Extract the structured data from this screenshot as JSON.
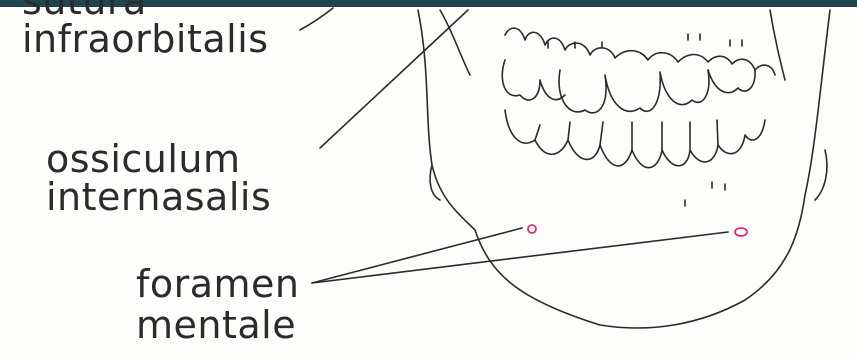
{
  "labels": {
    "sutura_line1": "sutura",
    "sutura_line2": "infraorbitalis",
    "ossiculum_line1": "ossiculum",
    "ossiculum_line2": "internasalis",
    "foramen_line1": "foramen",
    "foramen_line2": "mentale"
  },
  "colors": {
    "topbar": "#1f4550",
    "ink": "#2b2b2b",
    "foramen_marker": "#e0306a"
  }
}
